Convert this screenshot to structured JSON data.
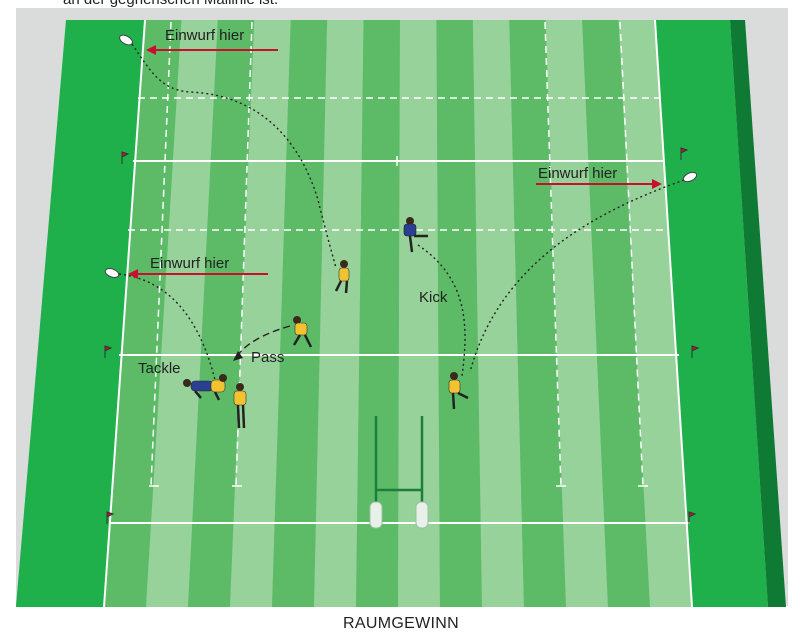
{
  "top_text": "an der gegnerischen Mallinie ist.",
  "labels": {
    "einwurf_top_left": "Einwurf hier",
    "einwurf_right": "Einwurf hier",
    "einwurf_mid_left": "Einwurf hier",
    "kick": "Kick",
    "pass": "Pass",
    "tackle": "Tackle"
  },
  "caption": "RAUMGEWINN",
  "colors": {
    "frame": "#d9dcdb",
    "stripe_dark": "#5dbb68",
    "stripe_light": "#97d29a",
    "touch_zone": "#1fb04c",
    "arrow": "#c8102e",
    "attacker": "#f2c230",
    "defender": "#2a3f8f"
  },
  "icons": [
    "rugby-ball-icon",
    "corner-flag-icon",
    "goal-posts-icon",
    "player-icon"
  ]
}
